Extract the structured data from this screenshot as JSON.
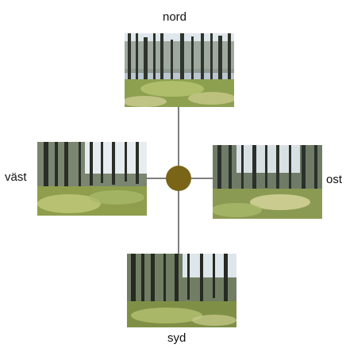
{
  "directions": {
    "north": {
      "label": "nord"
    },
    "west": {
      "label": "väst"
    },
    "east": {
      "label": "ost"
    },
    "south": {
      "label": "syd"
    }
  },
  "colors": {
    "line": "#555555",
    "center_dot": "#7a6418",
    "forest_sky": "#d8e2ea",
    "forest_trunk": "#2d3128",
    "forest_canopy": "#5d6a52",
    "forest_ground": "#a8b46a",
    "forest_moss": "#7f9448"
  }
}
